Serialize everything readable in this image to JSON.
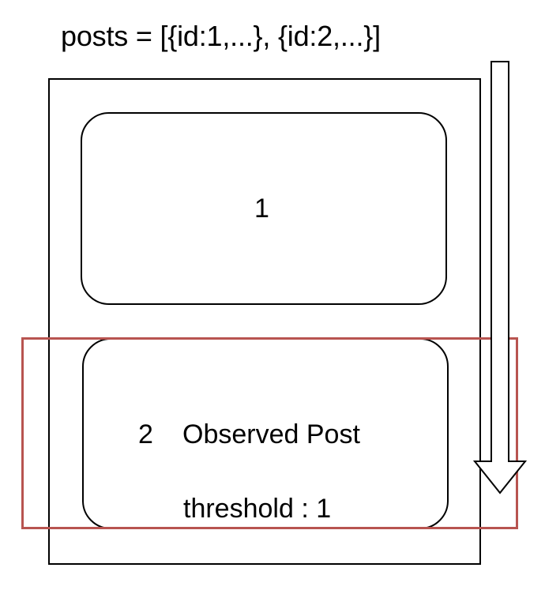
{
  "diagram": {
    "title": "posts = [{id:1,...}, {id:2,...}]",
    "posts": [
      {
        "id_label": "1"
      },
      {
        "id_label": "2",
        "title": "Observed Post",
        "threshold": "threshold : 1"
      }
    ],
    "colors": {
      "stroke": "#000000",
      "observer_highlight": "#b85450",
      "background": "#ffffff"
    },
    "icons": {
      "scroll_direction": "down-arrow-icon"
    }
  }
}
